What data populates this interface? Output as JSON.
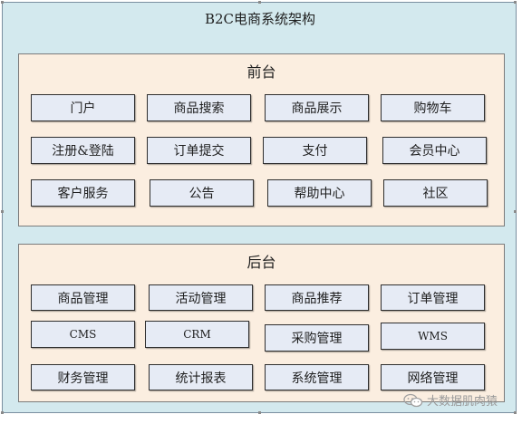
{
  "diagram": {
    "title": "B2C电商系统架构",
    "front": {
      "title": "前台",
      "boxes": [
        "门户",
        "商品搜索",
        "商品展示",
        "购物车",
        "注册&登陆",
        "订单提交",
        "支付",
        "会员中心",
        "客户服务",
        "公告",
        "帮助中心",
        "社区"
      ]
    },
    "back": {
      "title": "后台",
      "boxes": [
        "商品管理",
        "活动管理",
        "商品推荐",
        "订单管理",
        "CMS",
        "CRM",
        "采购管理",
        "WMS",
        "财务管理",
        "统计报表",
        "系统管理",
        "网络管理"
      ]
    }
  },
  "watermark": {
    "text": "大数据肌肉猿",
    "icon": "wechat-icon"
  }
}
